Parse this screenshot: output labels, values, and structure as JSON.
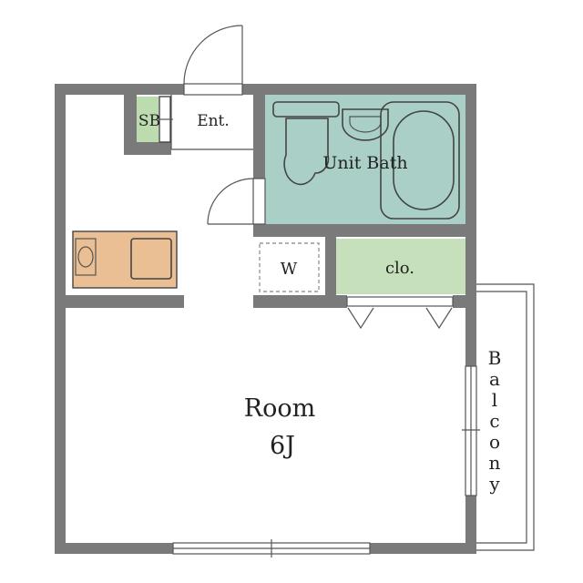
{
  "rooms": {
    "shoe_box": "SB",
    "entrance": "Ent.",
    "unit_bath": "Unit Bath",
    "washer": "W",
    "closet": "clo.",
    "room_name": "Room",
    "room_size": "6J",
    "balcony": [
      "B",
      "a",
      "l",
      "c",
      "o",
      "n",
      "y"
    ]
  },
  "colors": {
    "wall": "#7a7a7a",
    "bath": "#a9cfc6",
    "closet": "#c6e0bc",
    "kitchen": "#eabf93",
    "shoe_box": "#bcdcb0"
  }
}
